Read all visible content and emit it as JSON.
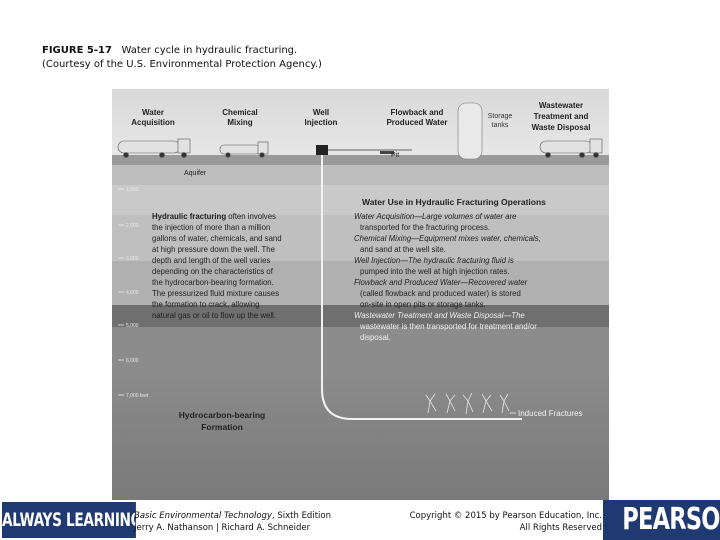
{
  "caption": {
    "figure_num": "FIGURE 5-17",
    "title": "Water cycle in hydraulic fracturing.",
    "credit": "(Courtesy of the U.S. Environmental Protection Agency.)"
  },
  "diagram": {
    "stages": [
      "Water Acquisition",
      "Chemical Mixing",
      "Well Injection",
      "Flowback and Produced Water",
      "Wastewater Treatment and Waste Disposal"
    ],
    "storage_tanks": "Storage tanks",
    "pit": "Pit",
    "aquifer": "Aquifer",
    "depths": [
      "1,000",
      "2,000",
      "3,000",
      "4,000",
      "5,000",
      "6,000",
      "7,000 feet"
    ],
    "left_text": {
      "lead": "Hydraulic fracturing",
      "lines": [
        "often involves",
        "the injection of more than a million",
        "gallons of water, chemicals, and sand",
        "at high pressure down the well. The",
        "depth and length of the well varies",
        "depending on the characteristics of",
        "the hydrocarbon-bearing formation.",
        "The pressurized fluid mixture causes",
        "the formation to crack, allowing",
        "natural gas or oil to flow up the well."
      ]
    },
    "right_text": {
      "heading": "Water Use in Hydraulic Fracturing Operations",
      "lines": [
        "Water Acquisition—Large volumes of water are",
        "transported for the fracturing process.",
        "Chemical Mixing—Equipment mixes water, chemicals,",
        "and sand at the well site.",
        "Well Injection—The hydraulic fracturing fluid is",
        "pumped into the well at high injection rates.",
        "Flowback and Produced Water—Recovered water",
        "(called flowback and produced water) is stored",
        "on-site in open pits or storage tanks.",
        "Wastewater Treatment and Waste Disposal—The",
        "wastewater is then transported for treatment and/or",
        "disposal."
      ]
    },
    "formation": "Hydrocarbon-bearing Formation",
    "fractures": "Induced Fractures"
  },
  "footer": {
    "brand_left": "ALWAYS LEARNING",
    "book_title": "Basic Environmental Technology",
    "book_edition": ", Sixth Edition",
    "authors": "Jerry A. Nathanson | Richard A. Schneider",
    "copyright": "Copyright © 2015 by Pearson Education, Inc.",
    "rights": "All Rights Reserved",
    "brand_right": "PEARSON"
  },
  "colors": {
    "brand_blue": "#1f3a73"
  }
}
